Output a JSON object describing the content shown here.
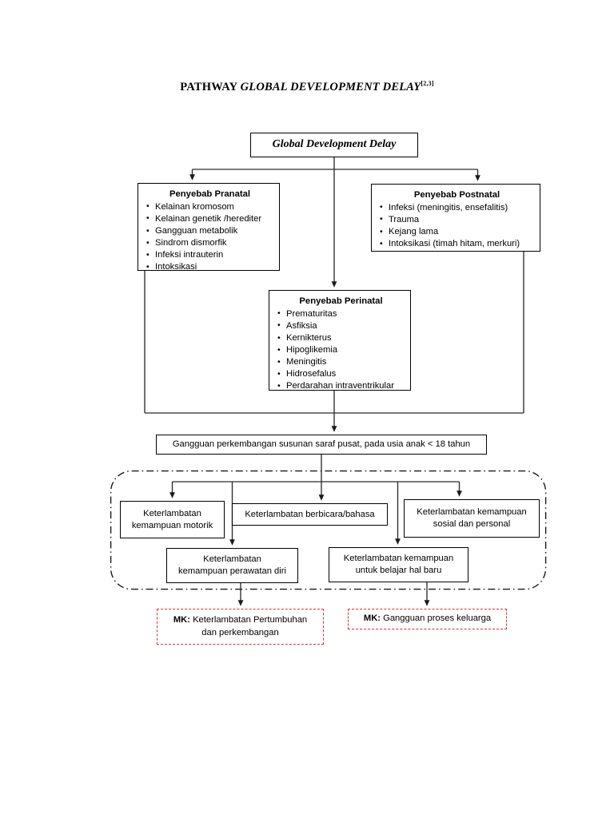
{
  "title": {
    "prefix": "PATHWAY ",
    "main": "GLOBAL DEVELOPMENT DELAY",
    "superscript": "[2,3]"
  },
  "colors": {
    "border": "#000000",
    "mk_border": "#e03030",
    "background": "#ffffff",
    "text": "#000000"
  },
  "nodes": {
    "root": {
      "label": "Global Development Delay"
    },
    "pranatal": {
      "title": "Penyebab Pranatal",
      "items": [
        "Kelainan kromosom",
        "Kelainan genetik /herediter",
        "Gangguan metabolik",
        "Sindrom dismorfik",
        "Infeksi intrauterin",
        "Intoksikasi"
      ]
    },
    "postnatal": {
      "title": "Penyebab Postnatal",
      "items": [
        "Infeksi (meningitis, ensefalitis)",
        "Trauma",
        "Kejang lama",
        "Intoksikasi (timah hitam, merkuri)"
      ]
    },
    "perinatal": {
      "title": "Penyebab Perinatal",
      "items": [
        "Prematuritas",
        "Asfiksia",
        "Kernikterus",
        "Hipoglikemia",
        "Meningitis",
        "Hidrosefalus",
        "Perdarahan intraventrikular"
      ]
    },
    "ssp": {
      "label": "Gangguan perkembangan susunan saraf pusat, pada usia anak < 18 tahun"
    },
    "motorik": {
      "line1": "Keterlambatan",
      "line2": "kemampuan motorik"
    },
    "bicara": {
      "line1": "Keterlambatan berbicara/bahasa"
    },
    "sosial": {
      "line1": "Keterlambatan kemampuan",
      "line2": "sosial dan personal"
    },
    "perawatan": {
      "line1": "Keterlambatan",
      "line2": "kemampuan perawatan diri"
    },
    "belajar": {
      "line1": "Keterlambatan kemampuan",
      "line2": "untuk belajar hal baru"
    }
  },
  "outcomes": [
    {
      "prefix": "MK:",
      "line1": " Keterlambatan Pertumbuhan",
      "line2": "dan perkembangan"
    },
    {
      "prefix": "MK:",
      "line1": " Gangguan proses keluarga",
      "line2": ""
    }
  ]
}
